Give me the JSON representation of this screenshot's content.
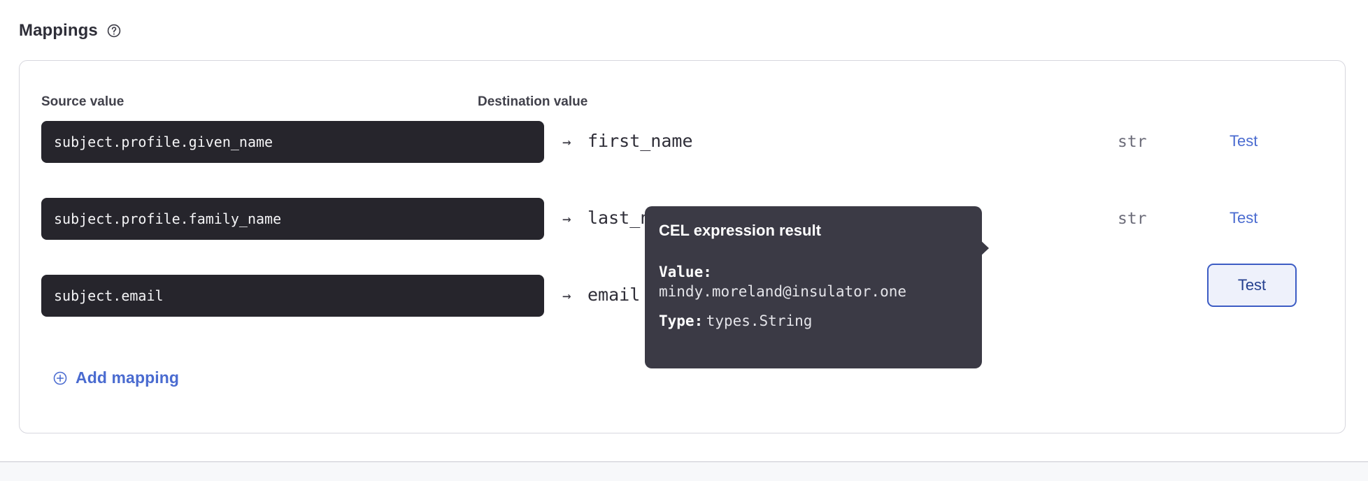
{
  "section": {
    "title": "Mappings",
    "help_icon": "question-circle-icon"
  },
  "columns": {
    "source": "Source value",
    "destination": "Destination value"
  },
  "rows": [
    {
      "source": "subject.profile.given_name",
      "arrow": "→",
      "destination": "first_name",
      "type": "str",
      "test_label": "Test",
      "focused": false
    },
    {
      "source": "subject.profile.family_name",
      "arrow": "→",
      "destination": "last_name",
      "type": "str",
      "test_label": "Test",
      "focused": false
    },
    {
      "source": "subject.email",
      "arrow": "→",
      "destination": "email",
      "type": "",
      "test_label": "Test",
      "focused": true
    }
  ],
  "add_mapping": {
    "label": "Add mapping",
    "icon": "plus-circle-icon"
  },
  "tooltip": {
    "title": "CEL expression result",
    "value_label": "Value:",
    "value": "mindy.moreland@insulator.one",
    "type_label": "Type:",
    "type_value": "types.String"
  },
  "colors": {
    "accent_link": "#4a6bd0",
    "code_bg": "#26252c",
    "tooltip_bg": "#3b3a45",
    "focus_border": "#3c5cc4",
    "focus_fill": "#eef1fb"
  }
}
